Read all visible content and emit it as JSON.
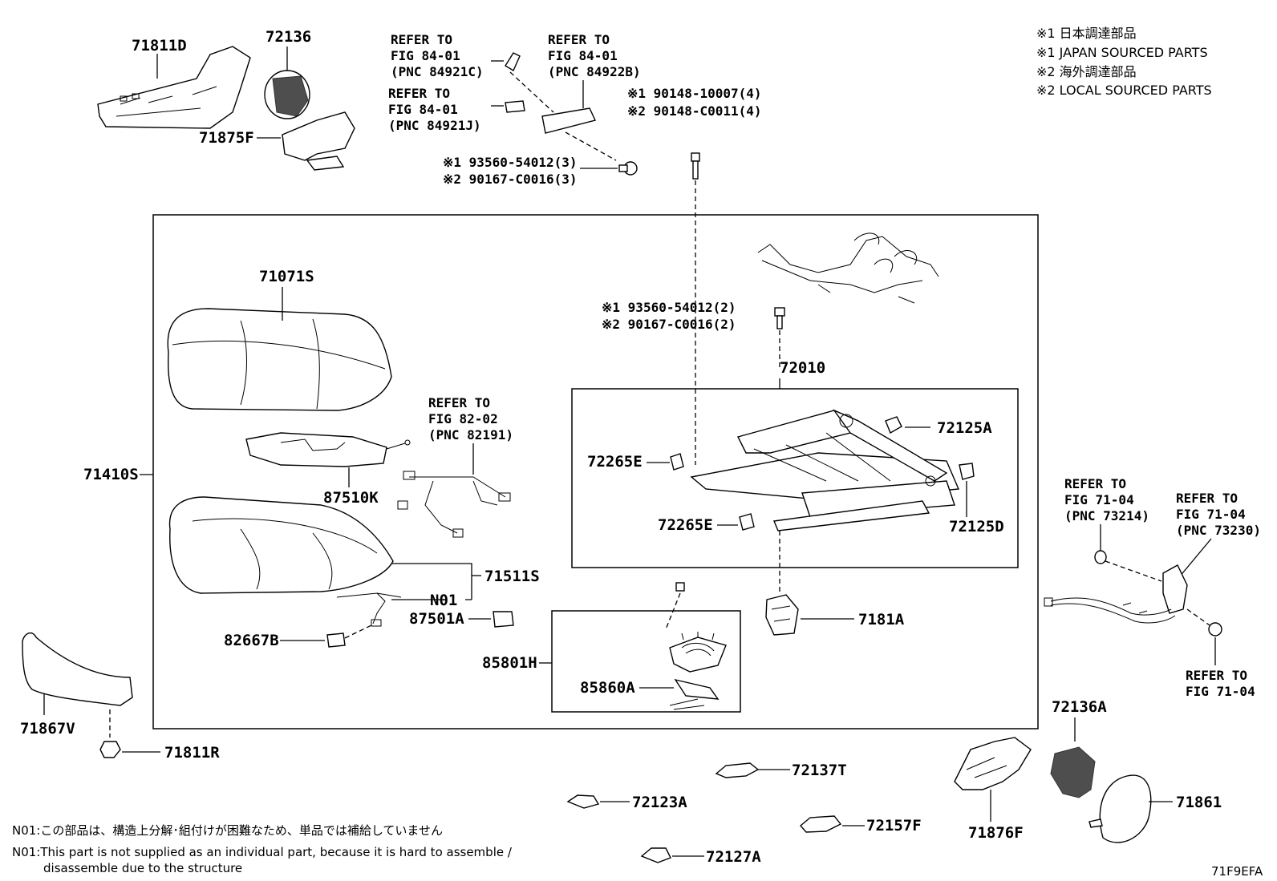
{
  "notes": {
    "n1": "※1 日本調達部品",
    "n2": "※1 JAPAN SOURCED PARTS",
    "n3": "※2 海外調達部品",
    "n4": "※2 LOCAL SOURCED PARTS"
  },
  "footnotes": {
    "jp": "N01:この部品は、構造上分解･組付けが困難なため、単品では補給していません",
    "en1": "N01:This part is not supplied as an individual part, because it is hard to assemble /",
    "en2": "disassemble due to the structure"
  },
  "figure_code": "71F9EFA",
  "labels": {
    "p71811D": "71811D",
    "p72136": "72136",
    "p71875F": "71875F",
    "p71071S": "71071S",
    "p71410S": "71410S",
    "p87510K": "87510K",
    "p71511S": "71511S",
    "pN01": "N01",
    "p87501A": "87501A",
    "p82667B": "82667B",
    "p85801H": "85801H",
    "p85860A": "85860A",
    "p71867V": "71867V",
    "p71811R": "71811R",
    "p72010": "72010",
    "p72125A": "72125A",
    "p72265E_1": "72265E",
    "p72265E_2": "72265E",
    "p72125D": "72125D",
    "p7181A": "7181A",
    "p72136A": "72136A",
    "p71861": "71861",
    "p71876F": "71876F",
    "p72137T": "72137T",
    "p72123A": "72123A",
    "p72157F": "72157F",
    "p72127A": "72127A"
  },
  "refs": {
    "r1": [
      "REFER TO",
      "FIG 84-01",
      "(PNC 84921C)"
    ],
    "r2": [
      "REFER TO",
      "FIG 84-01",
      "(PNC 84922B)"
    ],
    "r3": [
      "REFER TO",
      "FIG 84-01",
      "(PNC 84921J)"
    ],
    "r4": [
      "REFER TO",
      "FIG 82-02",
      "(PNC 82191)"
    ],
    "r5": [
      "REFER TO",
      "FIG 71-04",
      "(PNC 73214)"
    ],
    "r6": [
      "REFER TO",
      "FIG 71-04",
      "(PNC 73230)"
    ],
    "r7": [
      "REFER TO",
      "FIG 71-04"
    ]
  },
  "bolts": {
    "b1a": "※1 93560-54012(3)",
    "b1b": "※2 90167-C0016(3)",
    "b2a": "※1 90148-10007(4)",
    "b2b": "※2 90148-C0011(4)",
    "b3a": "※1 93560-54012(2)",
    "b3b": "※2 90167-C0016(2)"
  }
}
